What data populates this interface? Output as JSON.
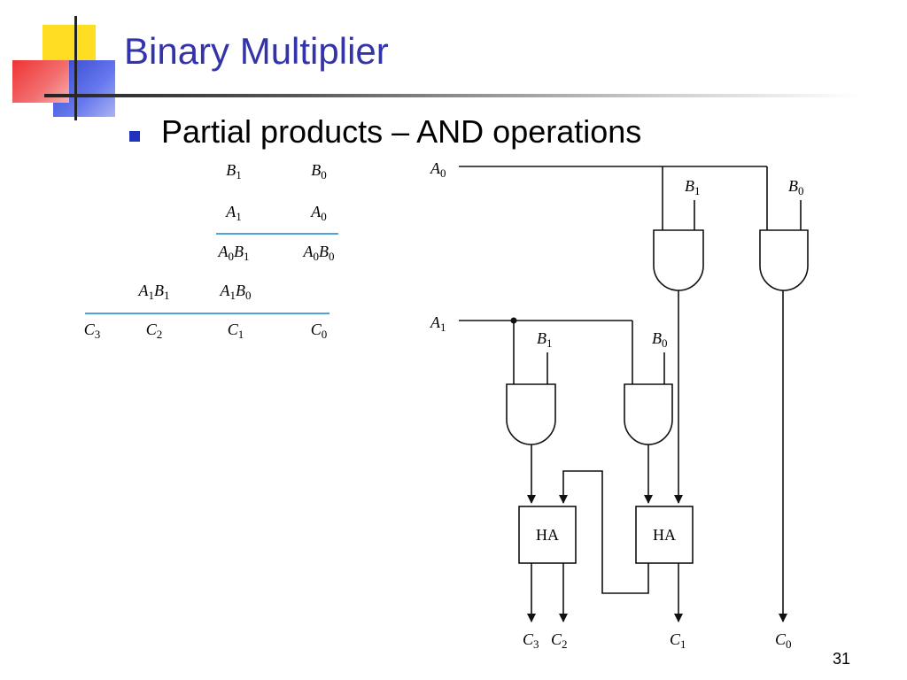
{
  "slide": {
    "title": "Binary Multiplier",
    "bullet": "Partial products – AND operations",
    "page_number": "31"
  },
  "multiplication": {
    "row_b": [
      {
        "v": "B",
        "s": "1"
      },
      {
        "v": "B",
        "s": "0"
      }
    ],
    "row_a": [
      {
        "v": "A",
        "s": "1"
      },
      {
        "v": "A",
        "s": "0"
      }
    ],
    "row_pp0": [
      {
        "v1": "A",
        "s1": "0",
        "v2": "B",
        "s2": "1"
      },
      {
        "v1": "A",
        "s1": "0",
        "v2": "B",
        "s2": "0"
      }
    ],
    "row_pp1": [
      {
        "v1": "A",
        "s1": "1",
        "v2": "B",
        "s2": "1"
      },
      {
        "v1": "A",
        "s1": "1",
        "v2": "B",
        "s2": "0"
      }
    ],
    "row_c": [
      {
        "v": "C",
        "s": "3"
      },
      {
        "v": "C",
        "s": "2"
      },
      {
        "v": "C",
        "s": "1"
      },
      {
        "v": "C",
        "s": "0"
      }
    ]
  },
  "circuit": {
    "input_a0": {
      "v": "A",
      "s": "0"
    },
    "input_a1": {
      "v": "A",
      "s": "1"
    },
    "gate_inputs": [
      {
        "v": "B",
        "s": "1"
      },
      {
        "v": "B",
        "s": "0"
      },
      {
        "v": "B",
        "s": "1"
      },
      {
        "v": "B",
        "s": "0"
      }
    ],
    "half_adder_label": "HA",
    "outputs": [
      {
        "v": "C",
        "s": "3"
      },
      {
        "v": "C",
        "s": "2"
      },
      {
        "v": "C",
        "s": "1"
      },
      {
        "v": "C",
        "s": "0"
      }
    ]
  },
  "colors": {
    "title": "#3333aa",
    "rule": "#4aa3df",
    "bullet": "#2233bb",
    "deco_yellow": "#ffdd22",
    "deco_red": "#ee4444",
    "deco_blue": "#3344cc"
  }
}
